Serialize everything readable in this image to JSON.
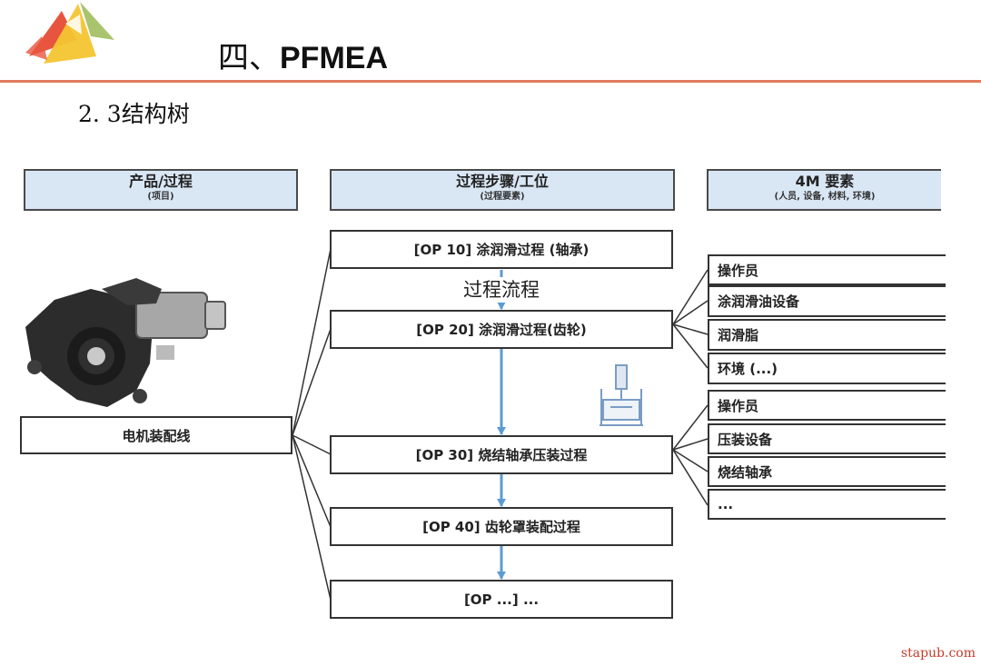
{
  "header": {
    "title_prefix": "四、",
    "title_main": "PFMEA",
    "subtitle": "2. 3结构树"
  },
  "columns": {
    "product": {
      "title": "产品/过程",
      "sub": "(项目)"
    },
    "process": {
      "title": "过程步骤/工位",
      "sub": "(过程要素)"
    },
    "four_m": {
      "title": "4M 要素",
      "sub": "(人员, 设备, 材料, 环境)"
    }
  },
  "product_node": "电机装配线",
  "process_steps": [
    "[OP 10] 涂润滑过程 (轴承)",
    "[OP 20] 涂润滑过程(齿轮)",
    "[OP 30] 烧结轴承压装过程",
    "[OP 40] 齿轮罩装配过程",
    "[OP ...] ..."
  ],
  "flow_label": "过程流程",
  "op20_elements": [
    "操作员",
    "涂润滑油设备",
    "润滑脂",
    "环境 (...)"
  ],
  "op30_elements": [
    "操作员",
    "压装设备",
    "烧结轴承",
    "..."
  ],
  "watermark": "stapub.com",
  "colors": {
    "header_fill": "#d9e6f4",
    "arrow": "#5b9bd5",
    "rule": "#e27a5e",
    "logo_red": "#e8553f",
    "logo_yellow": "#f4c531",
    "logo_green": "#a9c46c"
  }
}
